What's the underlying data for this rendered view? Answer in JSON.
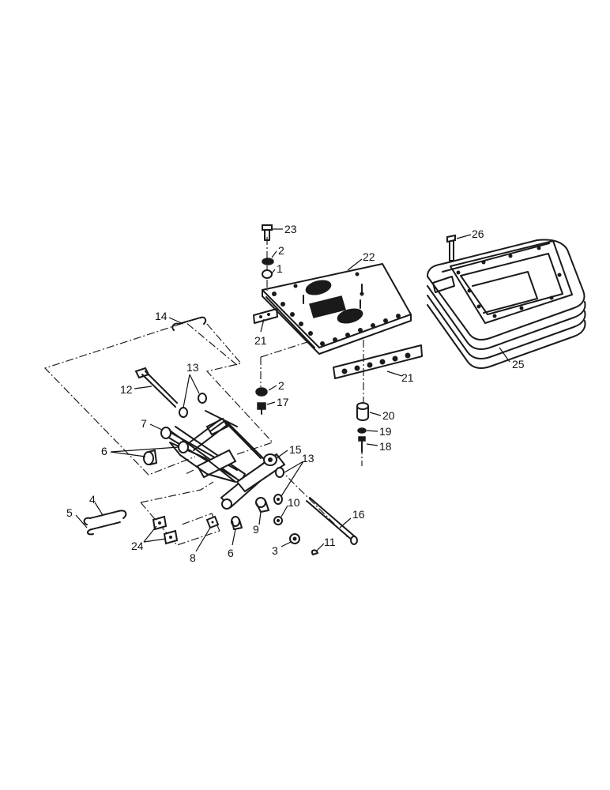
{
  "callouts": [
    {
      "id": "c23",
      "label": "23"
    },
    {
      "id": "c2a",
      "label": "2"
    },
    {
      "id": "c1",
      "label": "1"
    },
    {
      "id": "c22",
      "label": "22"
    },
    {
      "id": "c21a",
      "label": "21"
    },
    {
      "id": "c26",
      "label": "26"
    },
    {
      "id": "c25",
      "label": "25"
    },
    {
      "id": "c21b",
      "label": "21"
    },
    {
      "id": "c14",
      "label": "14"
    },
    {
      "id": "c13a",
      "label": "13"
    },
    {
      "id": "c12",
      "label": "12"
    },
    {
      "id": "c2b",
      "label": "2"
    },
    {
      "id": "c17",
      "label": "17"
    },
    {
      "id": "c20",
      "label": "20"
    },
    {
      "id": "c19",
      "label": "19"
    },
    {
      "id": "c18",
      "label": "18"
    },
    {
      "id": "c7",
      "label": "7"
    },
    {
      "id": "c6a",
      "label": "6"
    },
    {
      "id": "c15",
      "label": "15"
    },
    {
      "id": "c13b",
      "label": "13"
    },
    {
      "id": "c4",
      "label": "4"
    },
    {
      "id": "c5",
      "label": "5"
    },
    {
      "id": "c10",
      "label": "10"
    },
    {
      "id": "c16",
      "label": "16"
    },
    {
      "id": "c9",
      "label": "9"
    },
    {
      "id": "c24",
      "label": "24"
    },
    {
      "id": "c8",
      "label": "8"
    },
    {
      "id": "c6b",
      "label": "6"
    },
    {
      "id": "c3",
      "label": "3"
    },
    {
      "id": "c11",
      "label": "11"
    }
  ]
}
